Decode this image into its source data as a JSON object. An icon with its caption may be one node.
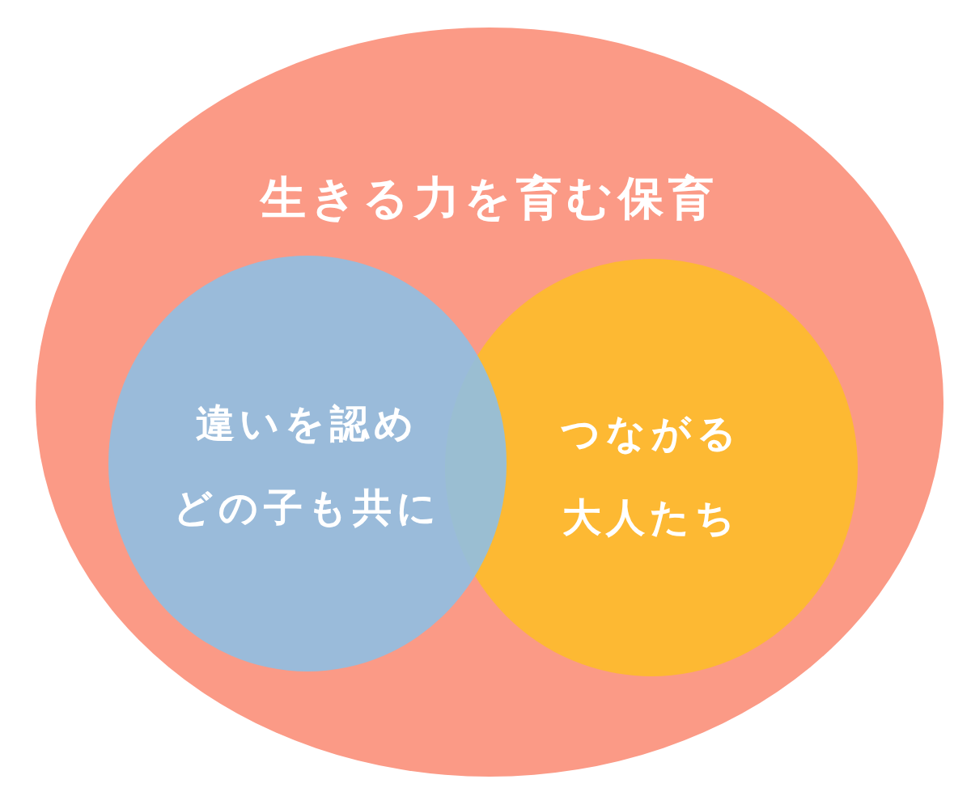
{
  "diagram": {
    "nodes": [
      {
        "text": [
          "生きる力を育む保育"
        ]
      },
      {
        "text": [
          "違いを認めどの子も共に"
        ],
        "in": 0
      },
      {
        "text": [
          "つながる大人たち"
        ],
        "in": 0
      }
    ]
  }
}
